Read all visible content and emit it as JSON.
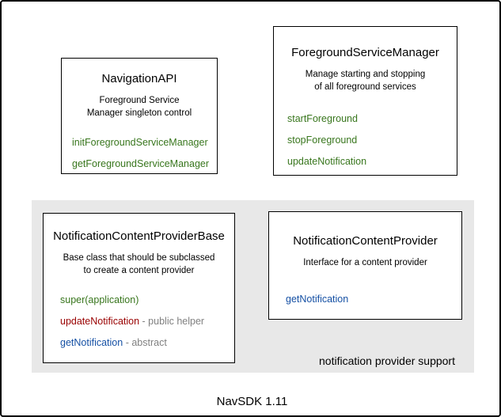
{
  "colors": {
    "green": "#38761d",
    "red": "#990000",
    "blue": "#1550a4",
    "gray": "#808080",
    "panel": "#e8e8e8"
  },
  "diagram": {
    "caption": "NavSDK 1.11",
    "panel_label": "notification provider support",
    "boxes": [
      {
        "title": "NavigationAPI",
        "description": "Foreground Service\nManager singleton control",
        "methods": [
          {
            "label": "initForegroundServiceManager"
          },
          {
            "label": "getForegroundServiceManager"
          }
        ]
      },
      {
        "title": "ForegroundServiceManager",
        "description": "Manage starting and stopping\nof all foreground services",
        "methods": [
          {
            "label": "startForeground"
          },
          {
            "label": "stopForeground"
          },
          {
            "label": "updateNotification"
          }
        ]
      },
      {
        "title": "NotificationContentProviderBase",
        "description": "Base class that should be subclassed\nto create a content provider",
        "methods": [
          {
            "label": "super(application)"
          },
          {
            "label": "updateNotification",
            "suffix": " - public helper"
          },
          {
            "label": "getNotification",
            "suffix": " - abstract"
          }
        ]
      },
      {
        "title": "NotificationContentProvider",
        "description": "Interface for a content provider",
        "methods": [
          {
            "label": "getNotification"
          }
        ]
      }
    ]
  }
}
